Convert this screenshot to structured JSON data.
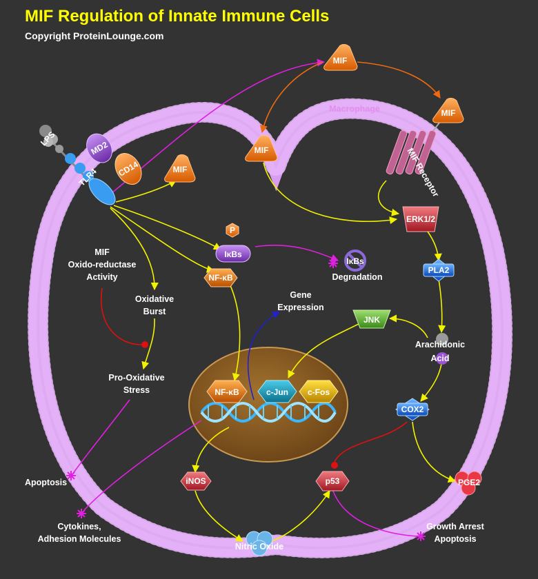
{
  "title": "MIF Regulation of Innate Immune Cells",
  "copyright": "Copyright ProteinLounge.com",
  "colors": {
    "background": "#333333",
    "membrane": "#d89cf0",
    "arrow_yellow": "#f2f200",
    "arrow_magenta": "#e020e0",
    "arrow_orange": "#ee6a10",
    "arrow_red": "#dd1111",
    "arrow_blue": "#2222cc",
    "title": "#ffff00"
  },
  "cell": {
    "label": "Macrophage"
  },
  "receptors": {
    "lps": "LPS",
    "md2": "MD2",
    "cd14": "CD14",
    "tlr4": "TLR4",
    "mif_receptor": "MIF Receptor"
  },
  "nodes": {
    "mif_top": "MIF",
    "mif_right": "MIF",
    "mif_notch": "MIF",
    "mif_left": "MIF",
    "erk": "ERK1/2",
    "p": "P",
    "ikbs": "IκBs",
    "ikbs_deg": "IκBs",
    "nfkb": "NF-κB",
    "pla2": "PLA2",
    "jnk": "JNK",
    "nuc_nfkb": "NF-κB",
    "nuc_cjun": "c-Jun",
    "nuc_cfos": "c-Fos",
    "cox2": "COX2",
    "inos": "iNOS",
    "p53": "p53",
    "pge2": "PGE2"
  },
  "labels": {
    "mif_oxido_1": "MIF",
    "mif_oxido_2": "Oxido-reductase",
    "mif_oxido_3": "Activity",
    "oxidative_1": "Oxidative",
    "oxidative_2": "Burst",
    "prooxid_1": "Pro-Oxidative",
    "prooxid_2": "Stress",
    "degradation": "Degradation",
    "gene_1": "Gene",
    "gene_2": "Expression",
    "arachidonic_1": "Arachidonic",
    "arachidonic_2": "Acid",
    "apoptosis": "Apoptosis",
    "cytokines_1": "Cytokines,",
    "cytokines_2": "Adhesion Molecules",
    "nitric_oxide": "Nitric Oxide",
    "growth_1": "Growth Arrest",
    "growth_2": "Apoptosis"
  }
}
